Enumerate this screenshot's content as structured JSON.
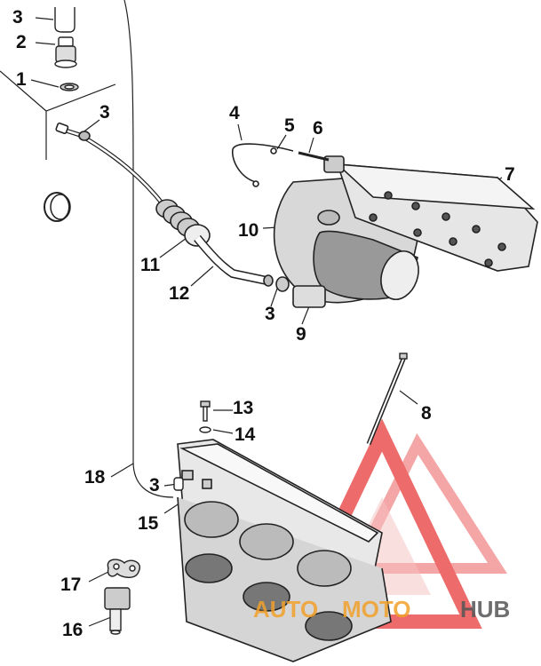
{
  "diagram": {
    "callouts": [
      "1",
      "2",
      "3",
      "4",
      "5",
      "6",
      "7",
      "8",
      "9",
      "10",
      "11",
      "12",
      "13",
      "14",
      "15",
      "16",
      "17",
      "18"
    ],
    "labels": {
      "l3a": "3",
      "l2": "2",
      "l1": "1",
      "l3b": "3",
      "l4": "4",
      "l5": "5",
      "l6": "6",
      "l7": "7",
      "l10": "10",
      "l11": "11",
      "l12": "12",
      "l3c": "3",
      "l9": "9",
      "l8": "8",
      "l13": "13",
      "l14": "14",
      "l18": "18",
      "l3d": "3",
      "l15": "15",
      "l17": "17",
      "l16": "16"
    }
  },
  "watermark": {
    "text_part1": "AUTO",
    "text_part2": "MOTO",
    "text_part3": "HUB",
    "logo_color": "#e83a3a",
    "text_color_orange": "#f2a12b",
    "text_color_gray": "#555555"
  }
}
